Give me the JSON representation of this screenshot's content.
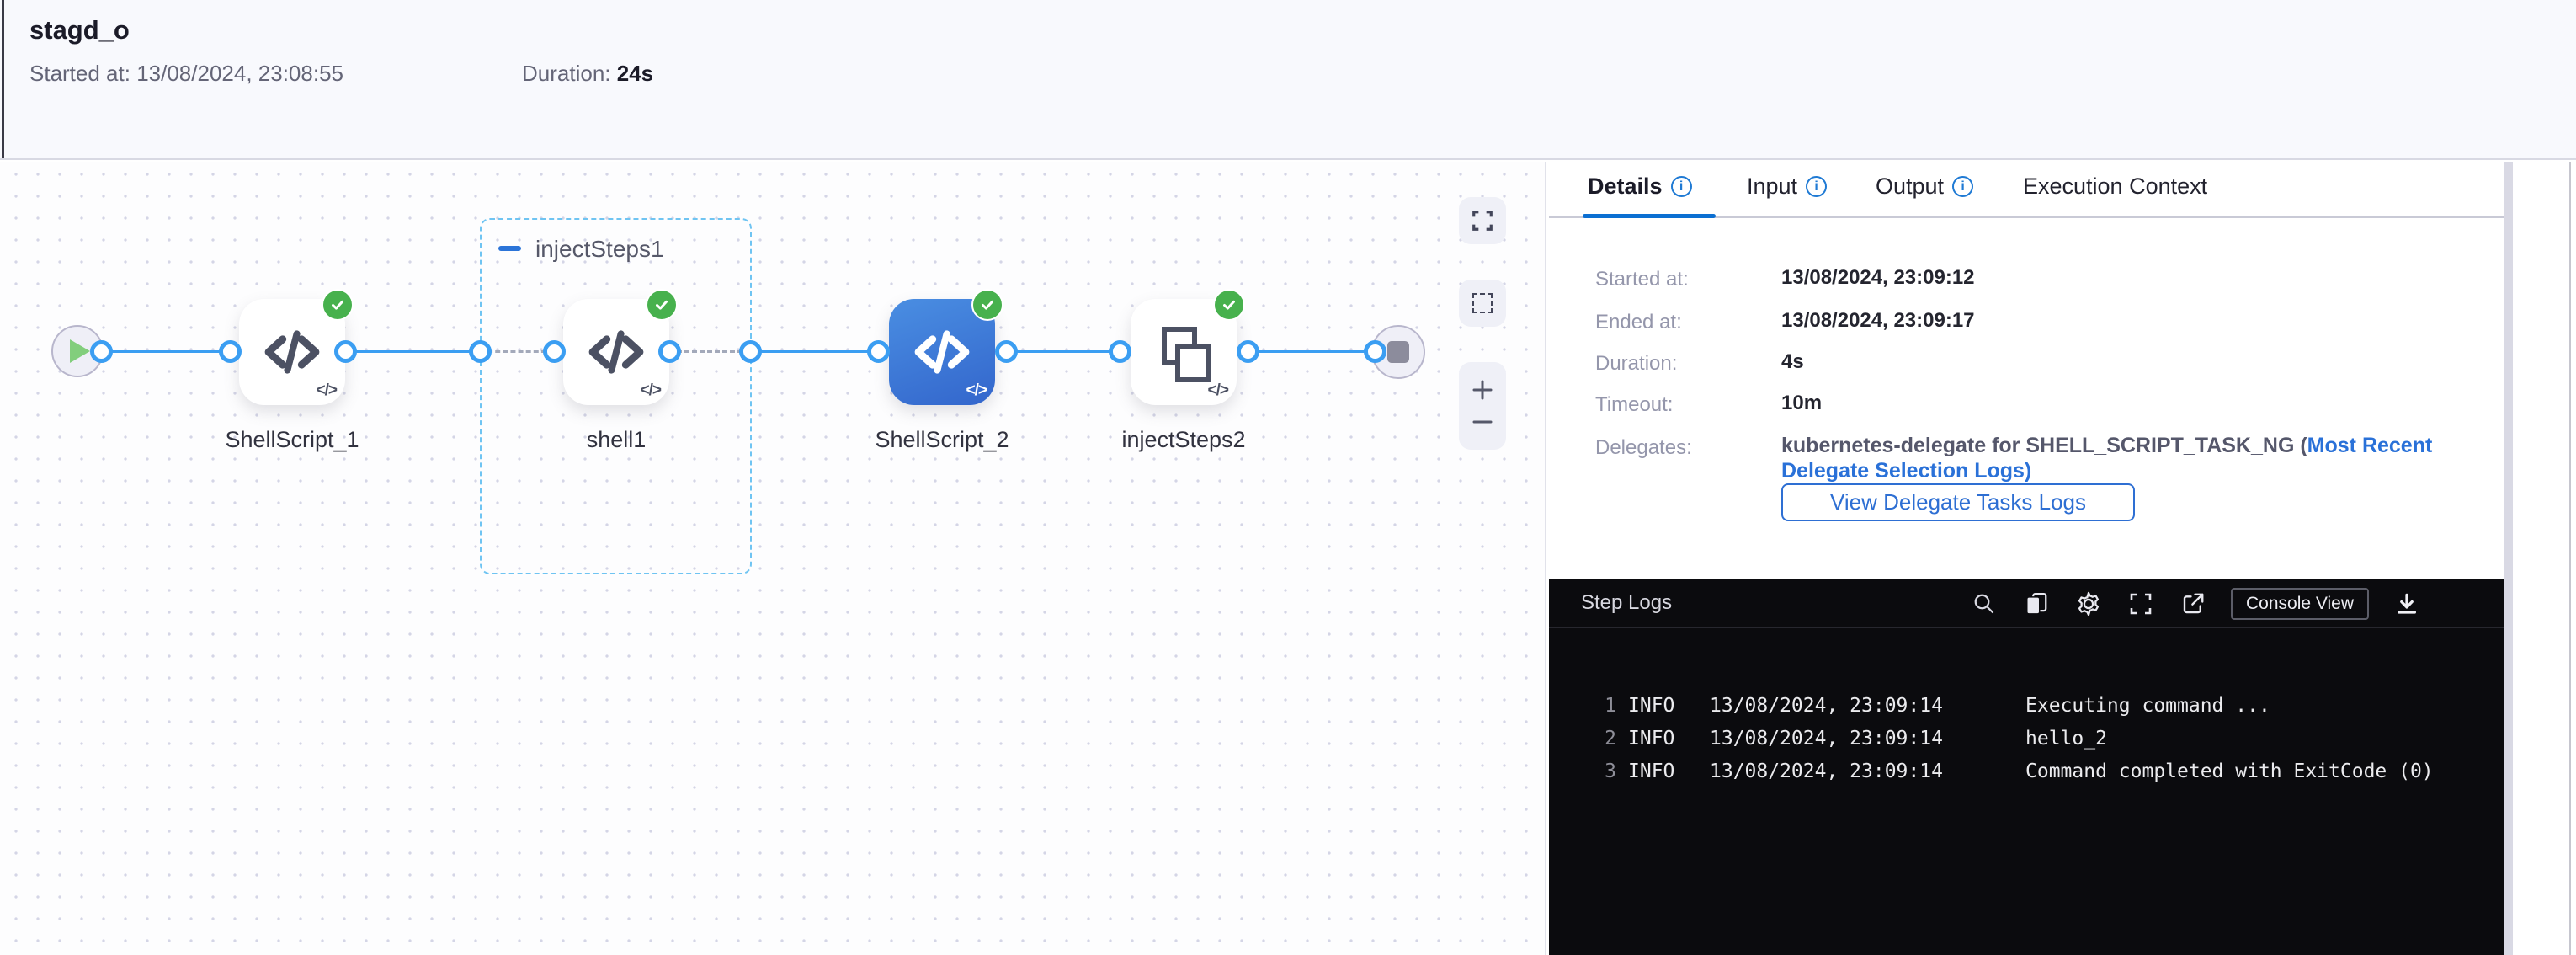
{
  "header": {
    "title": "stagd_o",
    "started_label": "Started at:",
    "started_value": "13/08/2024, 23:08:55",
    "duration_label": "Duration:",
    "duration_value": "24s"
  },
  "canvas": {
    "group_label": "injectSteps1",
    "steps": [
      {
        "label": "ShellScript_1"
      },
      {
        "label": "shell1"
      },
      {
        "label": "ShellScript_2"
      },
      {
        "label": "injectSteps2"
      }
    ],
    "corner_glyph": "</>"
  },
  "panel": {
    "tabs": [
      {
        "label": "Details"
      },
      {
        "label": "Input"
      },
      {
        "label": "Output"
      },
      {
        "label": "Execution Context"
      }
    ],
    "info_glyph": "i",
    "details": {
      "rows": [
        {
          "label": "Started at:",
          "value": "13/08/2024, 23:09:12"
        },
        {
          "label": "Ended at:",
          "value": "13/08/2024, 23:09:17"
        },
        {
          "label": "Duration:",
          "value": "4s"
        },
        {
          "label": "Timeout:",
          "value": "10m"
        }
      ],
      "delegates_label": "Delegates:",
      "delegates_bold": "kubernetes-delegate for SHELL_SCRIPT_TASK_NG (",
      "delegates_link_line1": "Most Recent",
      "delegates_link_line2": "Delegate Selection Logs)",
      "button_label": "View Delegate Tasks Logs"
    },
    "logs": {
      "title": "Step Logs",
      "console_view_label": "Console View",
      "lines": [
        {
          "num": "1",
          "level": "INFO",
          "timestamp": "13/08/2024, 23:09:14",
          "message": "Executing command ..."
        },
        {
          "num": "2",
          "level": "INFO",
          "timestamp": "13/08/2024, 23:09:14",
          "message": "hello_2"
        },
        {
          "num": "3",
          "level": "INFO",
          "timestamp": "13/08/2024, 23:09:14",
          "message": "Command completed with ExitCode (0)"
        }
      ]
    }
  },
  "colors": {
    "accent_blue": "#0b6fd2",
    "port_blue": "#3b9ef2",
    "success_green": "#47b14d",
    "selected_node_blue": "#3f80da",
    "log_background": "#0b0b0e"
  }
}
